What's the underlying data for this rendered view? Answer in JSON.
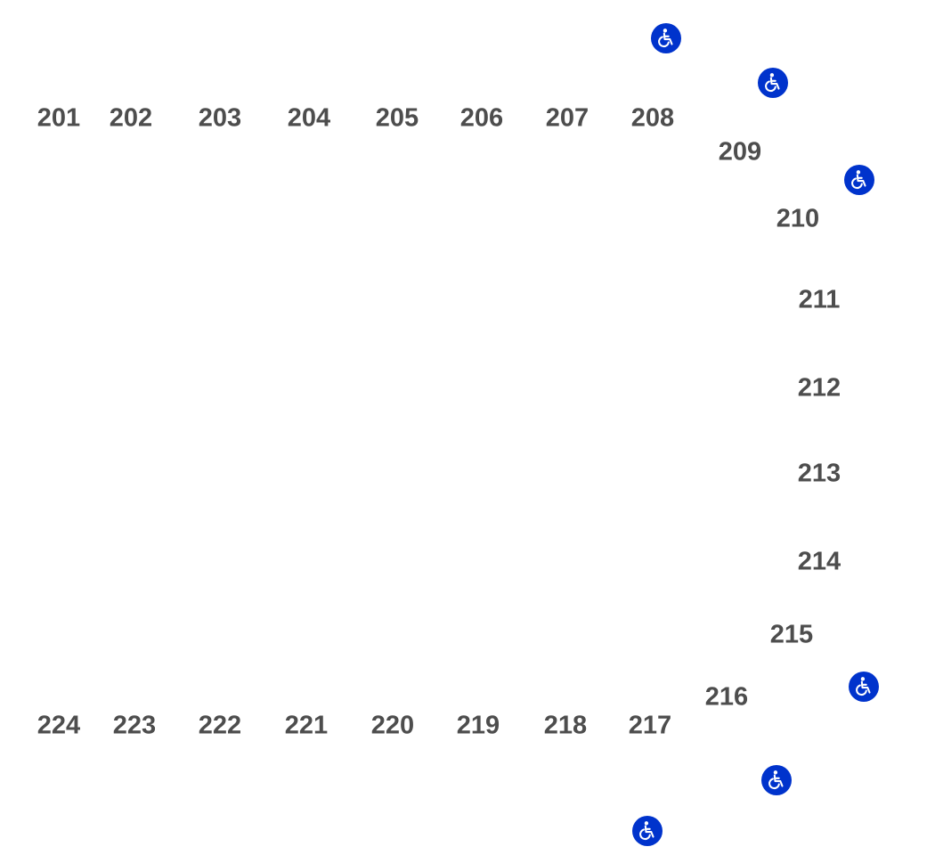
{
  "colors": {
    "label": "#4d4d4d",
    "ada_badge": "#0033cc",
    "ada_glyph": "#ffffff"
  },
  "icon": "wheelchair-accessible-icon",
  "sections": [
    {
      "id": "201"
    },
    {
      "id": "202"
    },
    {
      "id": "203"
    },
    {
      "id": "204"
    },
    {
      "id": "205"
    },
    {
      "id": "206"
    },
    {
      "id": "207"
    },
    {
      "id": "208"
    },
    {
      "id": "209"
    },
    {
      "id": "210"
    },
    {
      "id": "211"
    },
    {
      "id": "212"
    },
    {
      "id": "213"
    },
    {
      "id": "214"
    },
    {
      "id": "215"
    },
    {
      "id": "216"
    },
    {
      "id": "217"
    },
    {
      "id": "218"
    },
    {
      "id": "219"
    },
    {
      "id": "220"
    },
    {
      "id": "221"
    },
    {
      "id": "222"
    },
    {
      "id": "223"
    },
    {
      "id": "224"
    }
  ],
  "accessible_spots": 6
}
